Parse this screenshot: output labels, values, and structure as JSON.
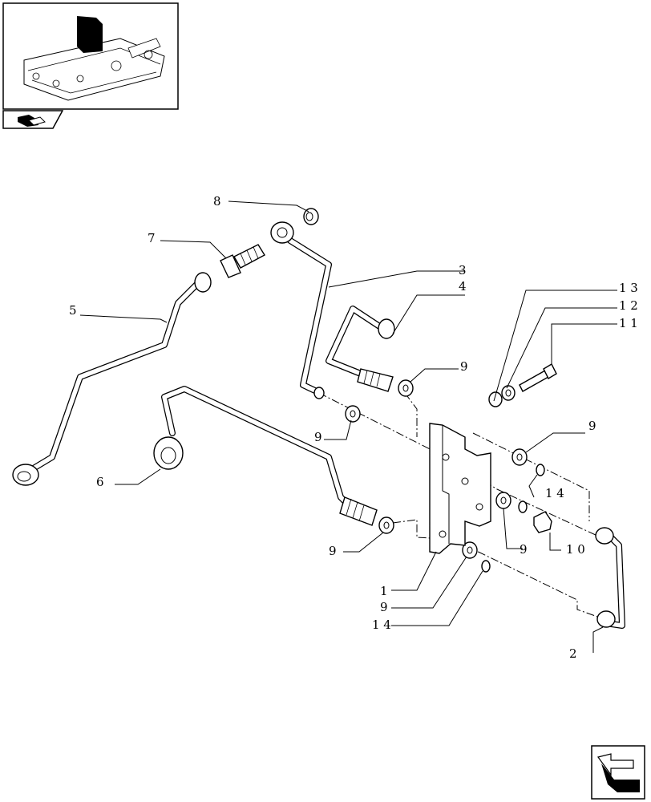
{
  "diagram": {
    "callouts": {
      "c1": "1",
      "c2": "2",
      "c3": "3",
      "c4": "4",
      "c5": "5",
      "c6": "6",
      "c7": "7",
      "c8": "8",
      "c9a": "9",
      "c9b": "9",
      "c9c": "9",
      "c9d": "9",
      "c9e": "9",
      "c9f": "9",
      "c10": "1 0",
      "c11": "1 1",
      "c12": "1 2",
      "c13": "1 3",
      "c14a": "1 4",
      "c14b": "1 4"
    }
  },
  "icons": {
    "thumbnail": "hydraulic-lift-cover-thumbnail",
    "book": "book-icon",
    "nav": "arrow-navigation-icon"
  }
}
